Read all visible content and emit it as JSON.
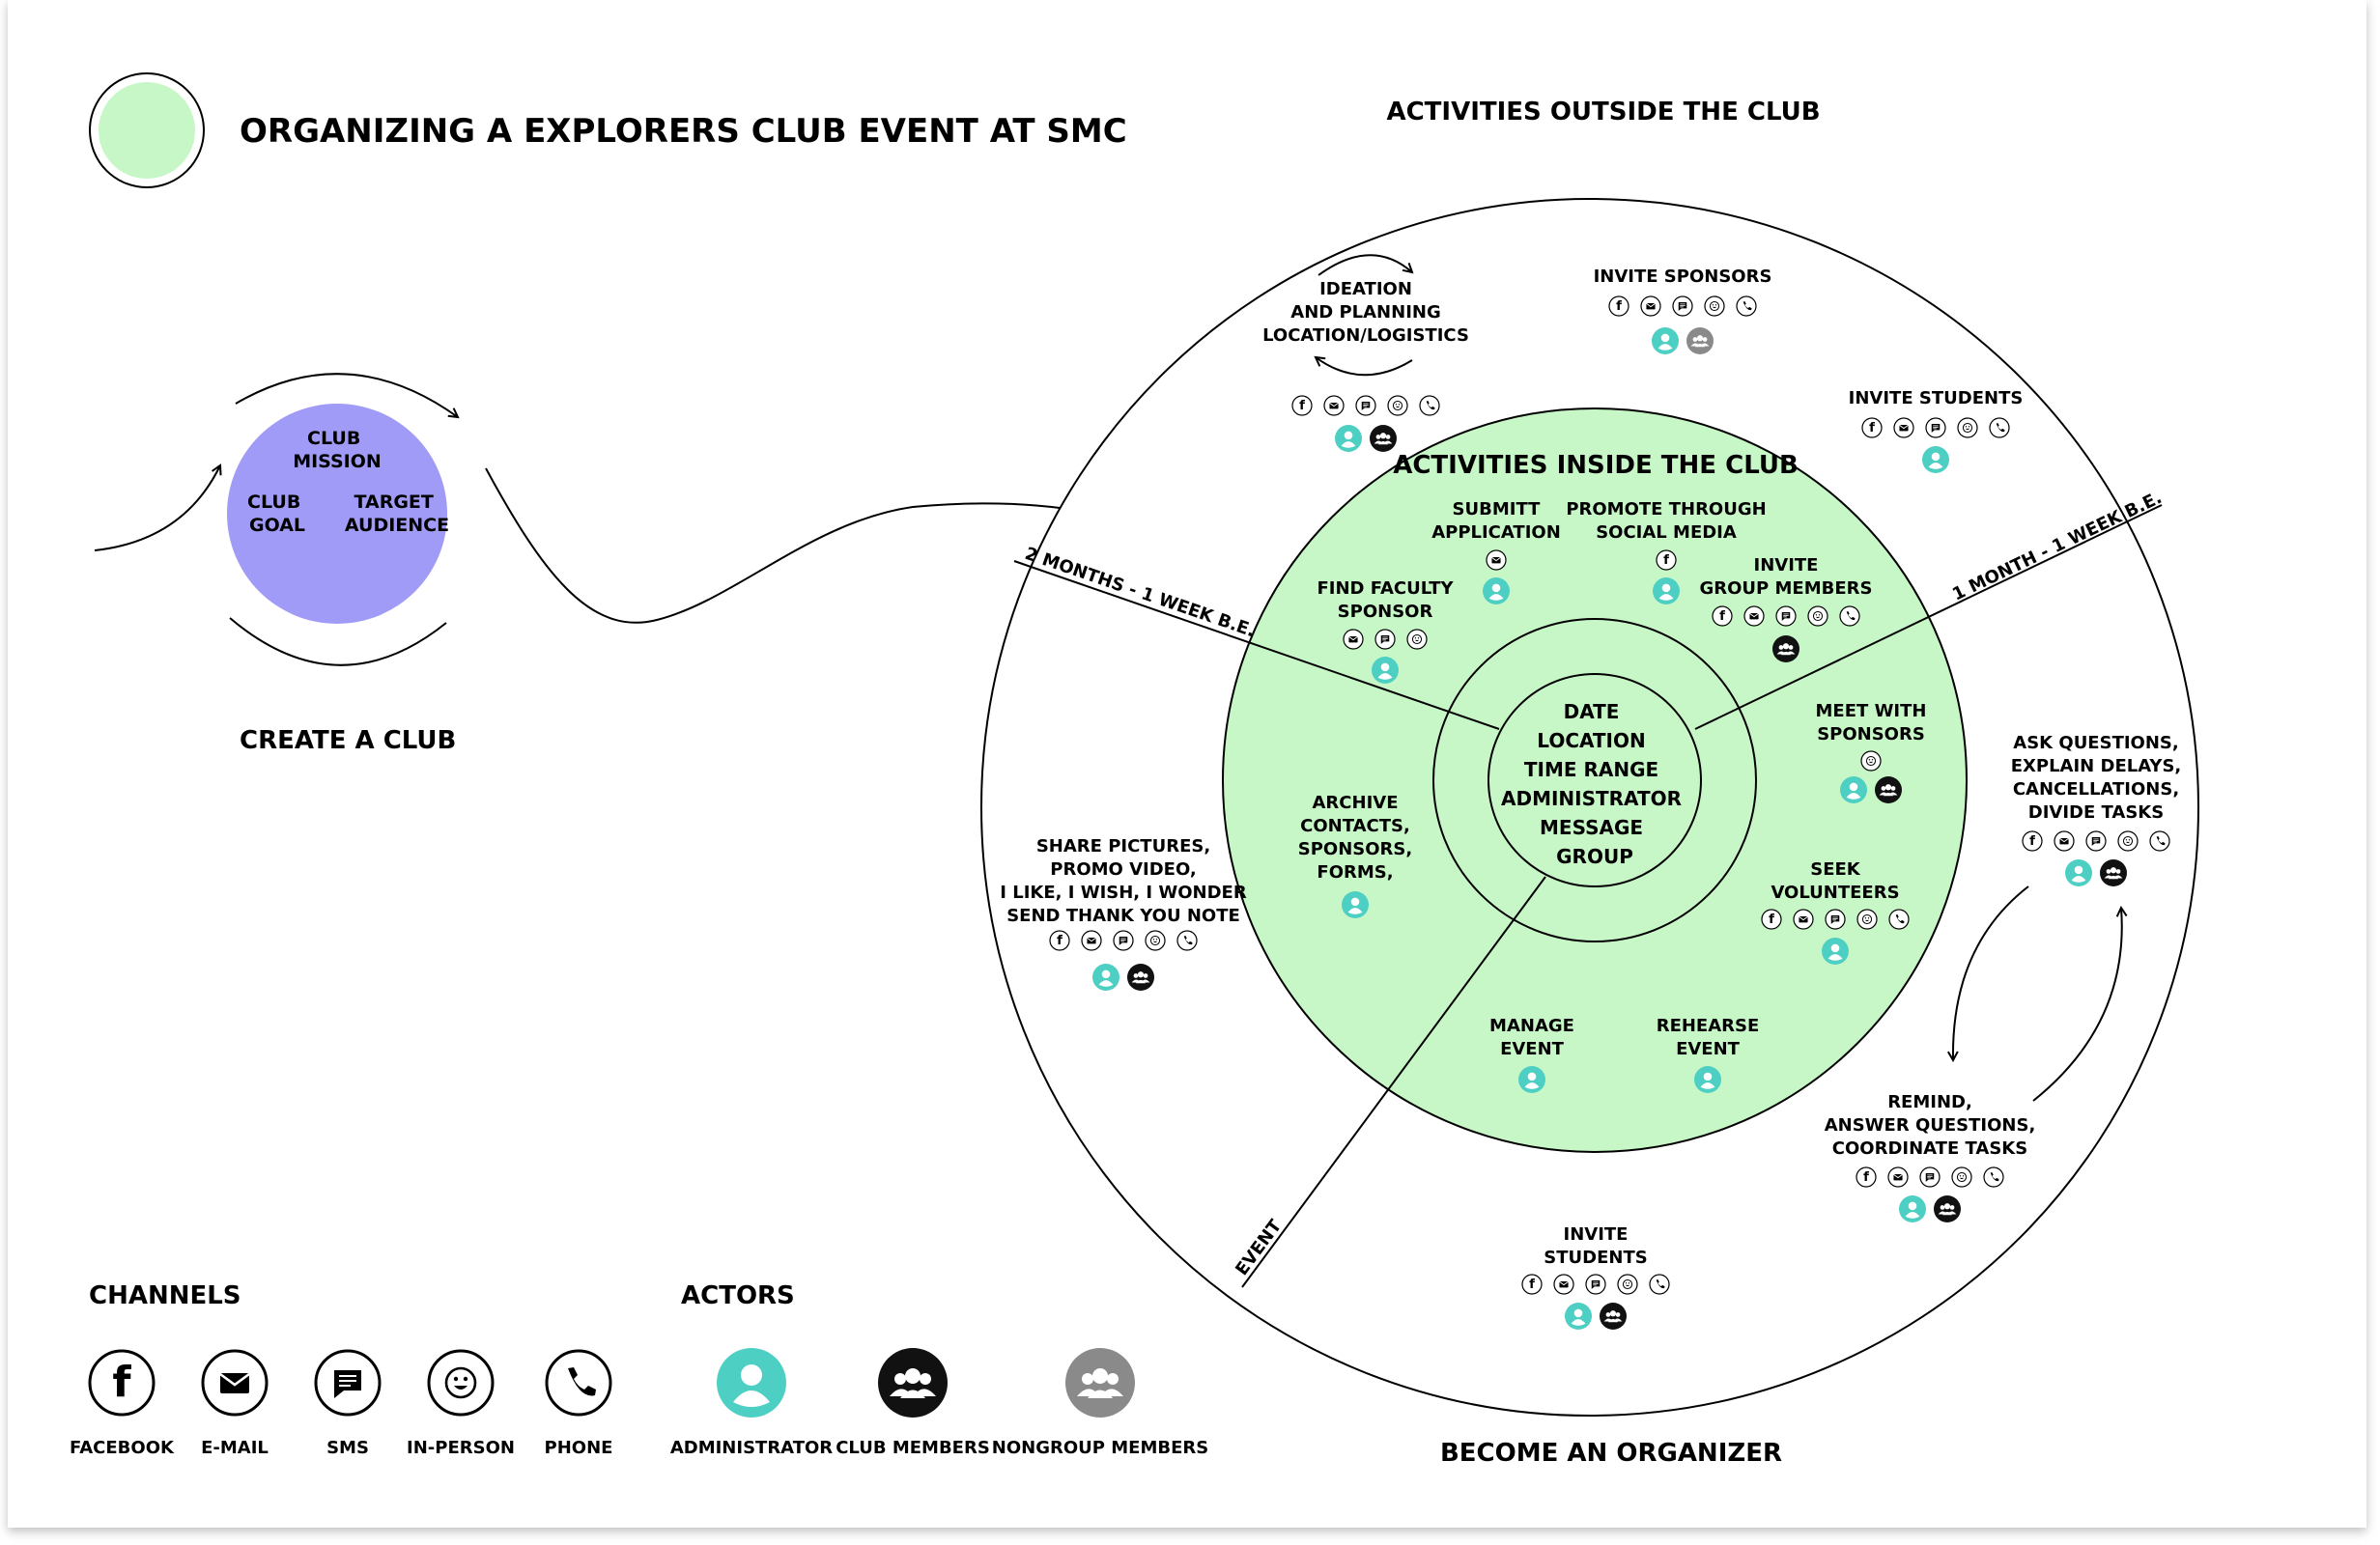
{
  "title": "ORGANIZING A  EXPLORERS CLUB EVENT AT SMC",
  "create_club": {
    "label": "CREATE A CLUB",
    "mission": [
      "CLUB",
      "MISSION"
    ],
    "goal": [
      "CLUB",
      "GOAL"
    ],
    "audience": [
      "TARGET",
      "AUDIENCE"
    ]
  },
  "rings": {
    "outside_title": "ACTIVITIES OUTSIDE THE CLUB",
    "inside_title": "ACTIVITIES INSIDE THE CLUB",
    "bottom_title": "BECOME AN ORGANIZER",
    "divider_left": "2 MONTHS - 1 WEEK B.E.",
    "divider_right": "1 MONTH - 1 WEEK B.E.",
    "divider_event": "EVENT"
  },
  "core": [
    "DATE",
    "LOCATION",
    "TIME RANGE",
    "ADMINISTRATOR",
    "MESSAGE",
    "GROUP"
  ],
  "activities": [
    {
      "id": "ideation",
      "lines": [
        "IDEATION",
        "AND PLANNING",
        "LOCATION/LOGISTICS"
      ],
      "channels": [
        "facebook",
        "email",
        "sms",
        "in-person",
        "phone"
      ],
      "actors": [
        "administrator",
        "club-members"
      ]
    },
    {
      "id": "invite-sponsors",
      "lines": [
        "INVITE SPONSORS"
      ],
      "channels": [
        "facebook",
        "email",
        "sms",
        "in-person",
        "phone"
      ],
      "actors": [
        "administrator",
        "nongroup-members"
      ]
    },
    {
      "id": "invite-students-top",
      "lines": [
        "INVITE STUDENTS"
      ],
      "channels": [
        "facebook",
        "email",
        "sms",
        "in-person",
        "phone"
      ],
      "actors": [
        "administrator"
      ]
    },
    {
      "id": "submit-application",
      "lines": [
        "SUBMITT",
        "APPLICATION"
      ],
      "channels": [
        "email"
      ],
      "actors": [
        "administrator"
      ]
    },
    {
      "id": "promote-social",
      "lines": [
        "PROMOTE THROUGH",
        "SOCIAL MEDIA"
      ],
      "channels": [
        "facebook"
      ],
      "actors": [
        "administrator"
      ]
    },
    {
      "id": "invite-group-members",
      "lines": [
        "INVITE",
        "GROUP MEMBERS"
      ],
      "channels": [
        "facebook",
        "email",
        "sms",
        "in-person",
        "phone"
      ],
      "actors": [
        "club-members"
      ]
    },
    {
      "id": "find-faculty-sponsor",
      "lines": [
        "FIND FACULTY",
        "SPONSOR"
      ],
      "channels": [
        "email",
        "sms",
        "in-person"
      ],
      "actors": [
        "administrator"
      ]
    },
    {
      "id": "meet-sponsors",
      "lines": [
        "MEET WITH",
        "SPONSORS"
      ],
      "channels": [
        "in-person"
      ],
      "actors": [
        "administrator",
        "club-members"
      ]
    },
    {
      "id": "archive",
      "lines": [
        "ARCHIVE",
        "CONTACTS,",
        "SPONSORS,",
        "FORMS,"
      ],
      "channels": [],
      "actors": [
        "administrator"
      ]
    },
    {
      "id": "seek-volunteers",
      "lines": [
        "SEEK",
        "VOLUNTEERS"
      ],
      "channels": [
        "facebook",
        "email",
        "sms",
        "in-person",
        "phone"
      ],
      "actors": [
        "administrator"
      ]
    },
    {
      "id": "manage-event",
      "lines": [
        "MANAGE",
        "EVENT"
      ],
      "channels": [],
      "actors": [
        "administrator"
      ]
    },
    {
      "id": "rehearse-event",
      "lines": [
        "REHEARSE",
        "EVENT"
      ],
      "channels": [],
      "actors": [
        "administrator"
      ]
    },
    {
      "id": "share-pictures",
      "lines": [
        "SHARE PICTURES,",
        "PROMO VIDEO,",
        "I LIKE, I WISH, I WONDER",
        "SEND THANK YOU NOTE"
      ],
      "channels": [
        "facebook",
        "email",
        "sms",
        "in-person",
        "phone"
      ],
      "actors": [
        "administrator",
        "club-members"
      ]
    },
    {
      "id": "ask-questions",
      "lines": [
        "ASK QUESTIONS,",
        "EXPLAIN DELAYS,",
        "CANCELLATIONS,",
        "DIVIDE TASKS"
      ],
      "channels": [
        "facebook",
        "email",
        "sms",
        "in-person",
        "phone"
      ],
      "actors": [
        "administrator",
        "club-members"
      ]
    },
    {
      "id": "remind",
      "lines": [
        "REMIND,",
        "ANSWER QUESTIONS,",
        "COORDINATE TASKS"
      ],
      "channels": [
        "facebook",
        "email",
        "sms",
        "in-person",
        "phone"
      ],
      "actors": [
        "administrator",
        "club-members"
      ]
    },
    {
      "id": "invite-students-bottom",
      "lines": [
        "INVITE",
        "STUDENTS"
      ],
      "channels": [
        "facebook",
        "email",
        "sms",
        "in-person",
        "phone"
      ],
      "actors": [
        "administrator",
        "club-members"
      ]
    }
  ],
  "legend": {
    "channels_title": "CHANNELS",
    "channels": [
      {
        "key": "facebook",
        "label": "FACEBOOK"
      },
      {
        "key": "email",
        "label": "E-MAIL"
      },
      {
        "key": "sms",
        "label": "SMS"
      },
      {
        "key": "in-person",
        "label": "IN-PERSON"
      },
      {
        "key": "phone",
        "label": "PHONE"
      }
    ],
    "actors_title": "ACTORS",
    "actors": [
      {
        "key": "administrator",
        "label": "ADMINISTRATOR"
      },
      {
        "key": "club-members",
        "label": "CLUB MEMBERS"
      },
      {
        "key": "nongroup-members",
        "label": "NONGROUP MEMBERS"
      }
    ]
  },
  "colors": {
    "inner_green": "#c8f7c7",
    "title_dot": "#c8f7c7",
    "club_purple": "#a09bf7",
    "administrator": "#4ecfc3",
    "club_members": "#111111",
    "nongroup_members": "#8a8a8a",
    "line": "#000000"
  }
}
